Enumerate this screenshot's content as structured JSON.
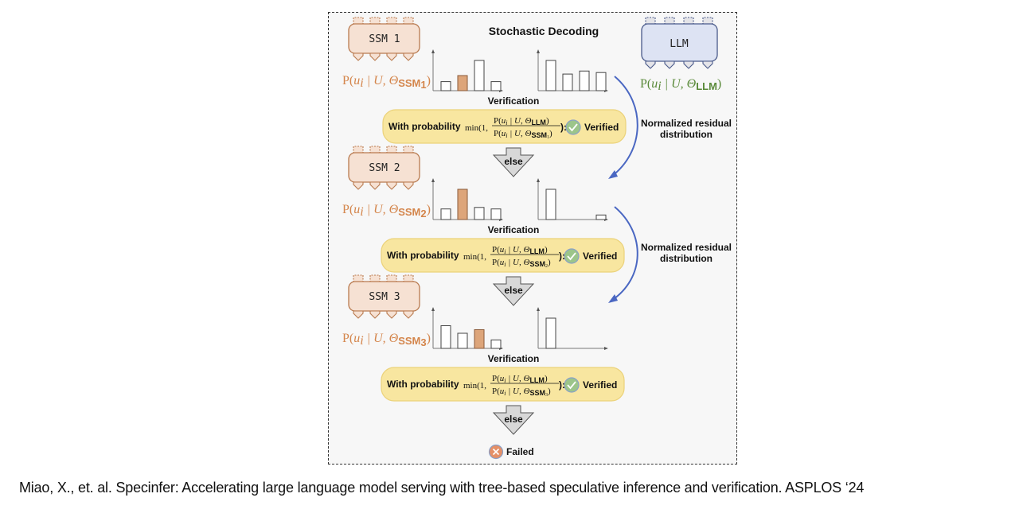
{
  "diagram": {
    "title": "Stochastic Decoding",
    "llm": {
      "label": "LLM",
      "prob_prefix": "P(",
      "prob_u": "u",
      "prob_i": "i",
      "prob_mid": " | U, Θ",
      "prob_sub": "LLM",
      "prob_suffix": ")",
      "color": "#5a8a3a",
      "fill": "#dde3f3",
      "stroke": "#4a5a8a"
    },
    "ssm_style": {
      "fill": "#f6e1d3",
      "stroke": "#b97a4f",
      "text_color": "#d4854b",
      "highlight_bar": "#dda57a"
    },
    "stages": [
      {
        "model_label": "SSM 1",
        "prob_sub": "SSM",
        "prob_sub_index": "1",
        "ssm_bars": [
          0.3,
          0.5,
          1.0,
          0.3
        ],
        "ssm_highlight_index": 1,
        "llm_bars": [
          1.0,
          0.55,
          0.65,
          0.6
        ],
        "verification_label": "Verification",
        "with_probability": "With probability",
        "min_prefix": "min(1,",
        "min_suffix": "):",
        "verified_label": "Verified",
        "else_label": "else",
        "residual_label_line1": "Normalized residual",
        "residual_label_line2": "distribution"
      },
      {
        "model_label": "SSM 2",
        "prob_sub": "SSM",
        "prob_sub_index": "2",
        "ssm_bars": [
          0.35,
          1.0,
          0.4,
          0.35
        ],
        "ssm_highlight_index": 1,
        "llm_bars": [
          1.0,
          0,
          0,
          0.15
        ],
        "verification_label": "Verification",
        "with_probability": "With probability",
        "min_prefix": "min(1,",
        "min_suffix": "):",
        "verified_label": "Verified",
        "else_label": "else",
        "residual_label_line1": "Normalized residual",
        "residual_label_line2": "distribution"
      },
      {
        "model_label": "SSM 3",
        "prob_sub": "SSM",
        "prob_sub_index": "3",
        "ssm_bars": [
          0.75,
          0.5,
          0.62,
          0.28
        ],
        "ssm_highlight_index": 2,
        "llm_bars": [
          1.0,
          0,
          0,
          0
        ],
        "verification_label": "Verification",
        "with_probability": "With probability",
        "min_prefix": "min(1,",
        "min_suffix": "):",
        "verified_label": "Verified",
        "else_label": "else"
      }
    ],
    "failed_label": "Failed",
    "colors": {
      "verify_box_fill": "#f8e6a0",
      "verify_box_stroke": "#ebd27a",
      "check_fill": "#9cc58a",
      "fail_fill": "#e59067",
      "residual_arrow": "#4a67c2",
      "else_fill": "#d8d8d8"
    }
  },
  "caption": "Miao, X., et. al. Specinfer: Accelerating large language model serving with tree-based speculative inference and verification. ASPLOS ‘24"
}
